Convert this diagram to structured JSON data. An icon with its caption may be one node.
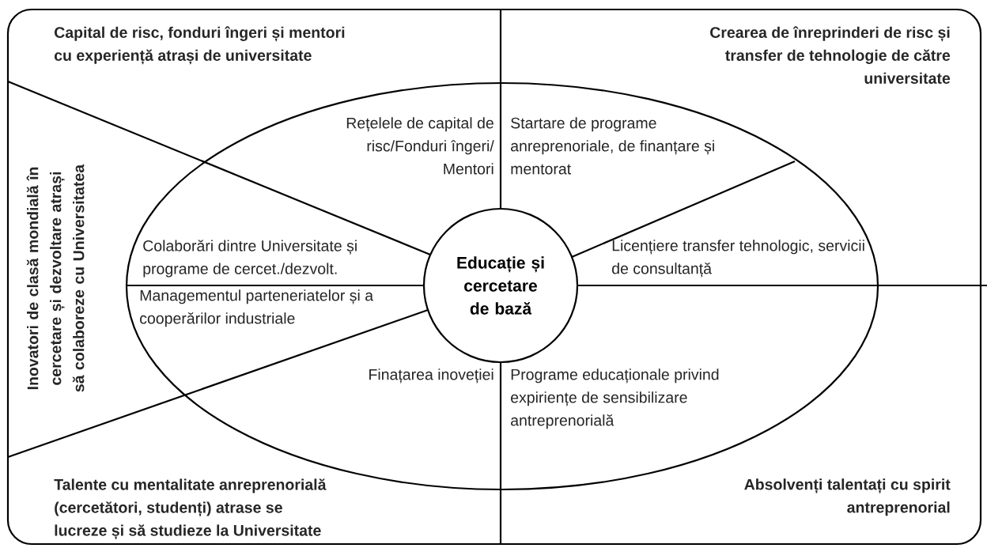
{
  "diagram": {
    "nodes": [
      {
        "text": [
          "Educație și cercetare de bază"
        ]
      }
    ],
    "edges": [],
    "labels": [
      "Capital de risc, fonduri îngeri și mentori cu experiență atrași de universitate",
      "Crearea de înreprinderi de risc și transfer de tehnologie de către universitate",
      "Inovatori de clasă mondială în cercetare și dezvoltare atrași să colaboreze cu Universitatea",
      "Rețelele de capital de risc/Fonduri îngeri/ Mentori",
      "Startare de programe anreprenoriale, de finanțare și mentorat",
      "Colaborări dintre Universitate și programe de cercet./dezvolt.",
      "Licențiere transfer tehnologic, servicii de consultanță",
      "Managementul parteneriatelor și a cooperărilor industriale",
      "Finațarea inoveției",
      "Programe educaționale privind expiriențe de sensibilizare antreprenorială",
      "Talente cu mentalitate anreprenorială (cercetători, studenți) atrase se lucreze și să studieze la Universitate",
      "Absolvenți talentați cu spirit antreprenorial"
    ]
  }
}
